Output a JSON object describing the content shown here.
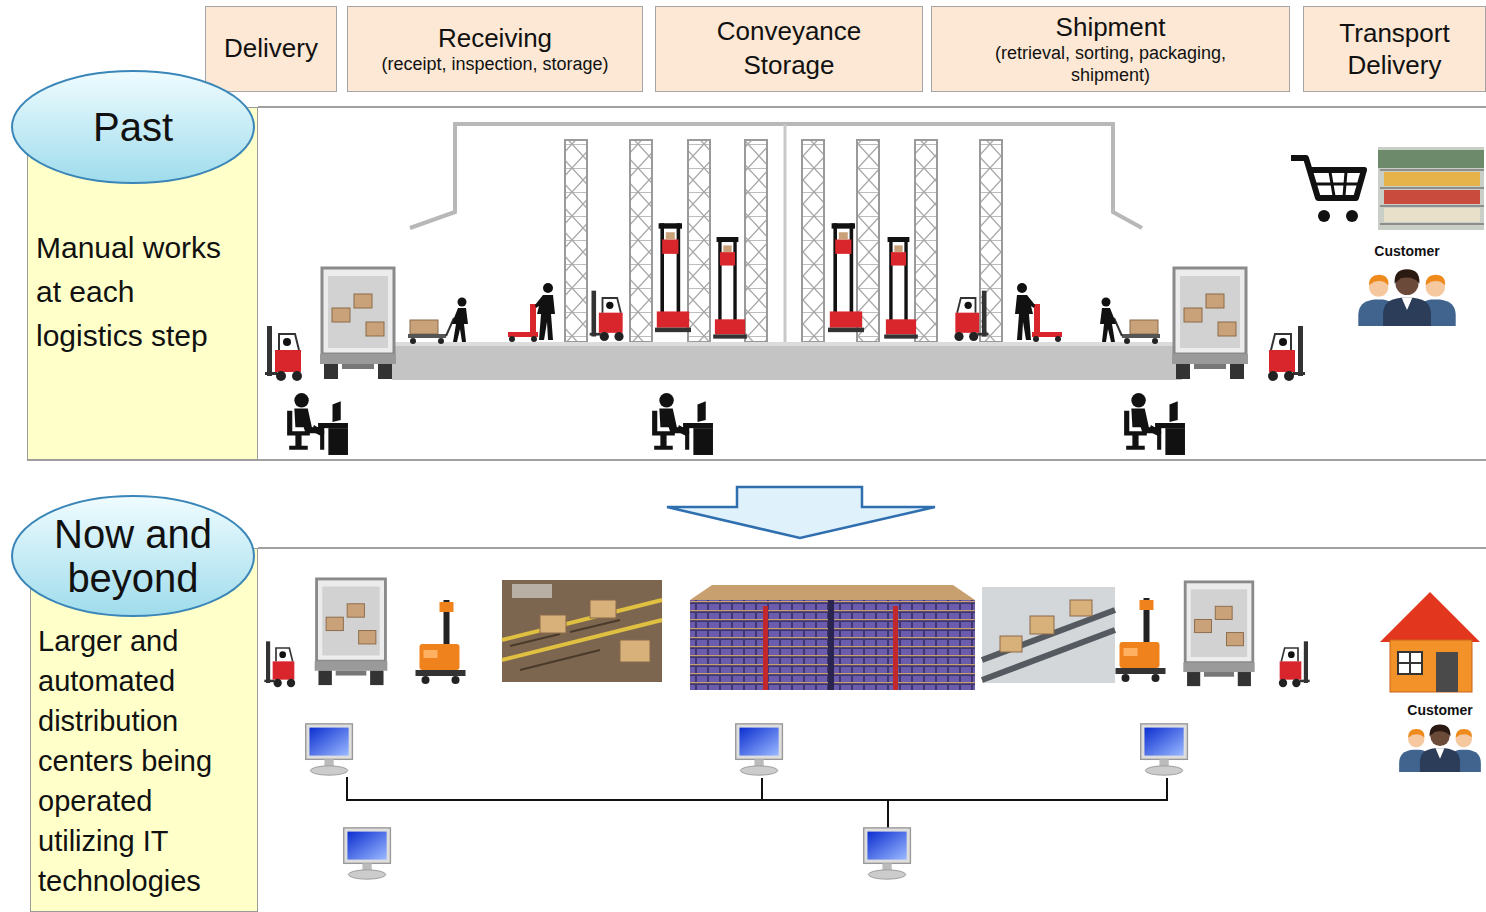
{
  "diagram": {
    "nodes": [
      {
        "text": [
          "Delivery"
        ]
      },
      {
        "text": [
          "Receiving",
          "(receipt, inspection, storage)"
        ]
      },
      {
        "text": [
          "Conveyance Storage"
        ]
      },
      {
        "text": [
          "Shipment",
          "(retrieval, sorting, packaging, shipment)"
        ]
      },
      {
        "text": [
          "Transport Delivery"
        ]
      },
      {
        "text": [
          "Past"
        ]
      },
      {
        "text": [
          "Manual works at each logistics step"
        ]
      },
      {
        "text": [
          "Now and beyond"
        ]
      },
      {
        "text": [
          "Larger and automated distribution centers being operated utilizing IT technologies"
        ]
      }
    ],
    "labels": [
      "Customer",
      "Customer"
    ]
  }
}
